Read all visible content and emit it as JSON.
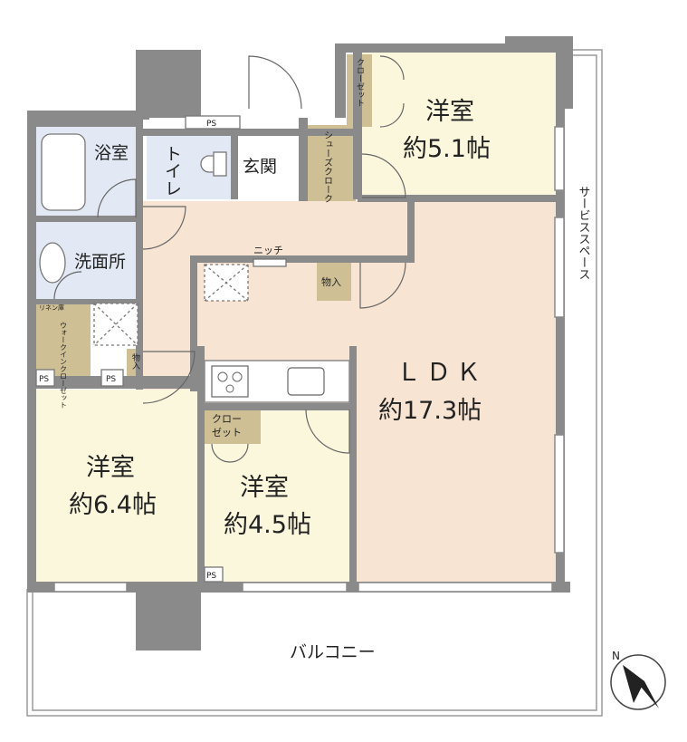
{
  "rooms": {
    "western_top": {
      "name": "洋室",
      "size": "約5.1帖"
    },
    "ldk": {
      "name": "ＬＤＫ",
      "size": "約17.3帖"
    },
    "western_left": {
      "name": "洋室",
      "size": "約6.4帖"
    },
    "western_mid": {
      "name": "洋室",
      "size": "約4.5帖"
    },
    "bath": "浴室",
    "toilet": "トイレ",
    "entrance": "玄関",
    "washroom": "洗面所",
    "shoes_cloak": "シューズクローク",
    "closet_top": "クローゼット",
    "closet_mid_line1": "クロー",
    "closet_mid_line2": "ゼット",
    "niche": "ニッチ",
    "storage": "物入",
    "walkin_closet": "ウォークインクローゼット",
    "linen": "リネン庫",
    "ps": "PS",
    "balcony": "バルコニー",
    "service_space": "サービススペース"
  },
  "compass": {
    "label": "N"
  },
  "colors": {
    "wall": "#8a8a8a",
    "ldk_floor": "#f8e4d2",
    "room_floor": "#fbf7dc",
    "wet_floor": "#e2e9f4",
    "closet_floor": "#cfbf95",
    "balcony_line": "#9a9a9a"
  }
}
